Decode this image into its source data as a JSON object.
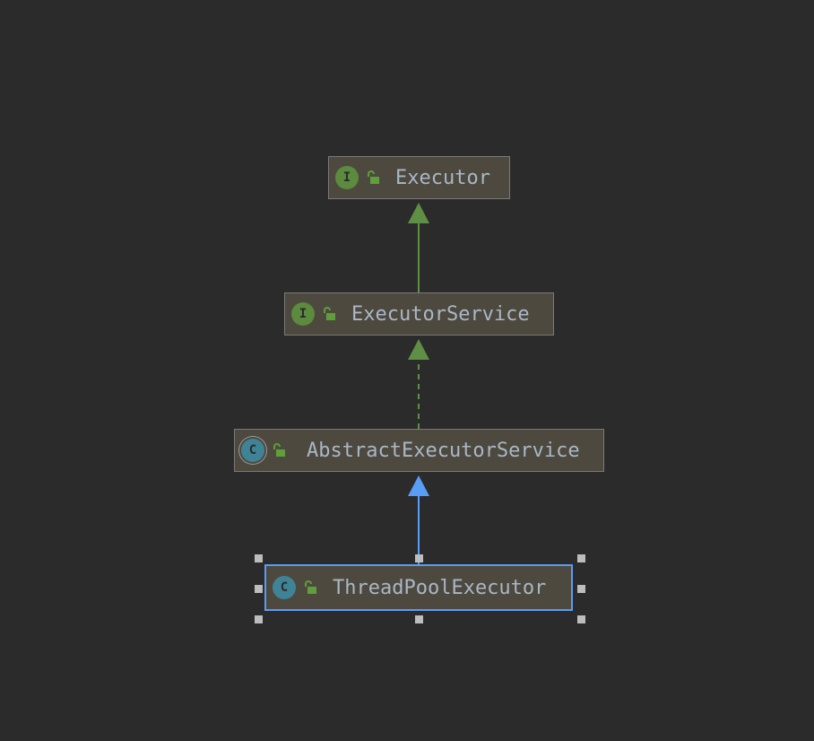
{
  "nodes": [
    {
      "name": "Executor",
      "kind": "interface",
      "badge": "I"
    },
    {
      "name": "ExecutorService",
      "kind": "interface",
      "badge": "I"
    },
    {
      "name": "AbstractExecutorService",
      "kind": "abstract-class",
      "badge": "C"
    },
    {
      "name": "ThreadPoolExecutor",
      "kind": "class",
      "badge": "C",
      "selected": true
    }
  ],
  "edges": [
    {
      "from": "ExecutorService",
      "to": "Executor",
      "type": "extends",
      "style": "solid",
      "color": "#5f8f45"
    },
    {
      "from": "AbstractExecutorService",
      "to": "ExecutorService",
      "type": "implements",
      "style": "dashed",
      "color": "#5f8f45"
    },
    {
      "from": "ThreadPoolExecutor",
      "to": "AbstractExecutorService",
      "type": "extends",
      "style": "solid",
      "color": "#589df6"
    }
  ]
}
